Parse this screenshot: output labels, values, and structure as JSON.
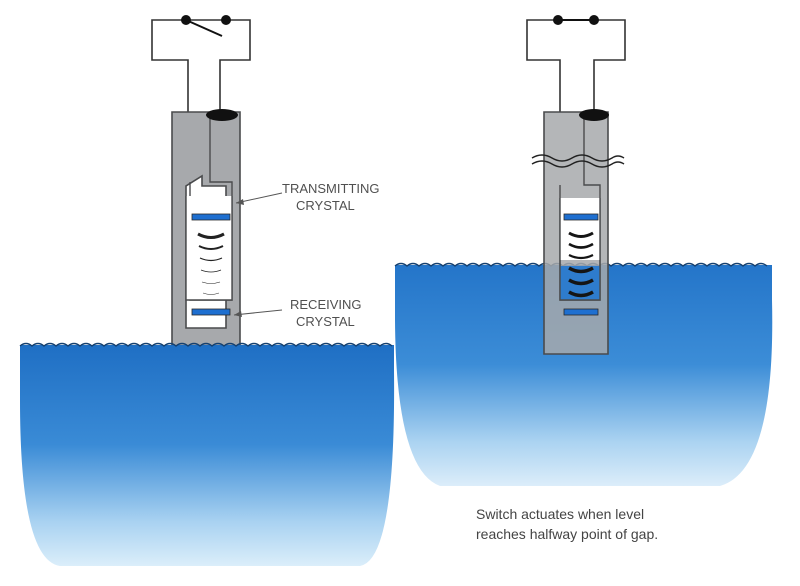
{
  "labels": {
    "transmitting_line1": "TRANSMITTING",
    "transmitting_line2": "CRYSTAL",
    "receiving_line1": "RECEIVING",
    "receiving_line2": "CRYSTAL"
  },
  "caption": {
    "line1": "Switch actuates when level",
    "line2": "reaches halfway point of gap."
  },
  "colors": {
    "liquid_top": "#1f6fc4",
    "liquid_mid": "#3d8fd8",
    "liquid_bottom": "#c9e3f5",
    "probe_fill": "#a6a8ab",
    "probe_stroke": "#4a4b4d",
    "crystal": "#1e6fd0",
    "wire": "#333333"
  },
  "icons": {
    "switch_open": "switch-open-icon",
    "switch_closed": "switch-closed-icon"
  }
}
